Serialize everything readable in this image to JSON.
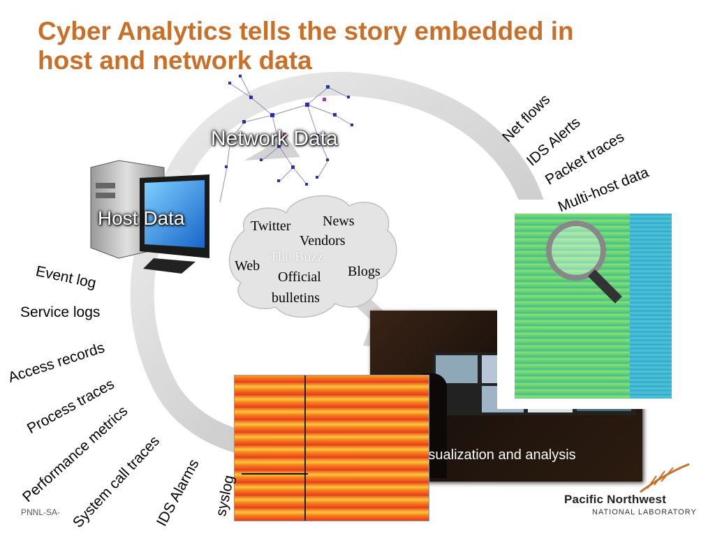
{
  "title": {
    "line1": "Cyber Analytics tells the story embedded in",
    "line2": "host and network data"
  },
  "labels": {
    "network_data": "Network Data",
    "host_data": "Host Data",
    "visualization": "Visualization and analysis"
  },
  "network_sources": [
    "Net flows",
    "IDS Alerts",
    "Packet traces",
    "Multi-host data"
  ],
  "host_sources": [
    "Event log",
    "Service logs",
    "Access records",
    "Process traces",
    "Performance metrics",
    "System call traces",
    "IDS Alarms",
    "syslog"
  ],
  "cloud": {
    "center": "The Buzz",
    "words": [
      "Twitter",
      "News",
      "Vendors",
      "Web",
      "Official",
      "bulletins",
      "Blogs"
    ]
  },
  "footer": {
    "doc_id": "PNNL-SA-",
    "logo_main": "Pacific Northwest",
    "logo_sub": "NATIONAL LABORATORY"
  },
  "colors": {
    "title": "#c8702a",
    "arrow": "#d4d4d4",
    "node": "#2b2fb8"
  }
}
